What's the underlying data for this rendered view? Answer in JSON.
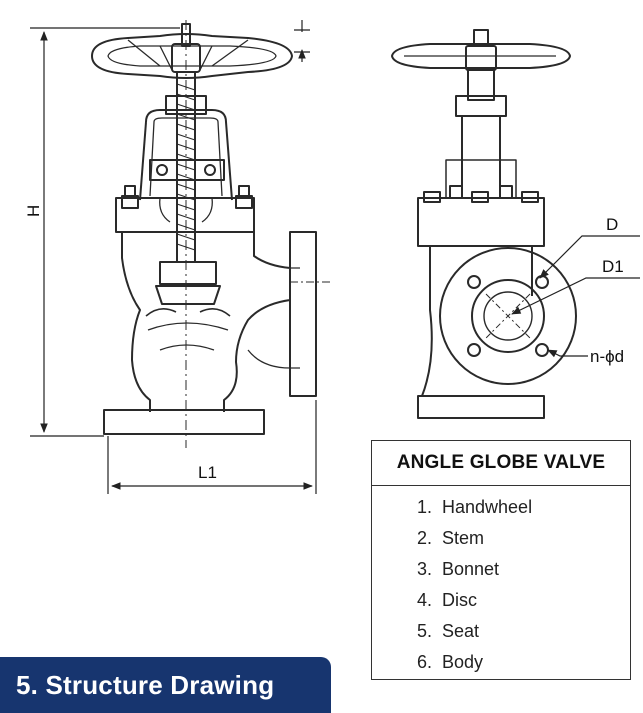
{
  "drawing": {
    "dimensions": {
      "height": "H",
      "length": "L1",
      "flange_outer": "D",
      "bolt_circle": "D1",
      "bolt_holes": "n-ϕd"
    }
  },
  "legend": {
    "title": "ANGLE GLOBE VALVE",
    "items": [
      {
        "num": "1.",
        "label": "Handwheel"
      },
      {
        "num": "2.",
        "label": "Stem"
      },
      {
        "num": "3.",
        "label": "Bonnet"
      },
      {
        "num": "4.",
        "label": "Disc"
      },
      {
        "num": "5.",
        "label": "Seat"
      },
      {
        "num": "6.",
        "label": "Body"
      }
    ]
  },
  "banner": {
    "text": "5. Structure Drawing"
  },
  "colors": {
    "line": "#2a2a2a",
    "banner": "#17356f",
    "banner_text": "#ffffff"
  }
}
